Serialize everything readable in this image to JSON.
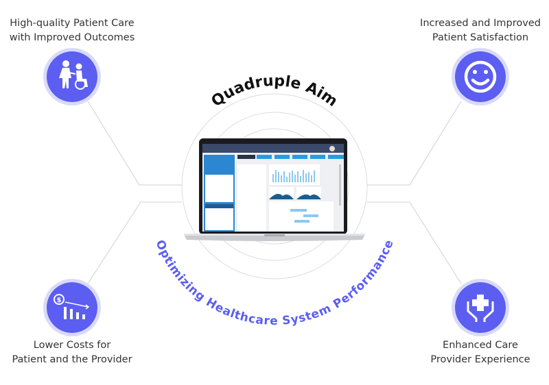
{
  "title": "Quadruple Aim",
  "subtitle": "Optimizing Healthcare System Performance",
  "colors": {
    "accent": "#5b5ef0",
    "ring": "#d9daf9",
    "line": "#d0d0d0"
  },
  "aims": [
    {
      "line1": "High-quality Patient Care",
      "line2": "with Improved Outcomes",
      "icon": "caregiver-wheelchair-icon"
    },
    {
      "line1": "Increased and Improved",
      "line2": "Patient Satisfaction",
      "icon": "smiley-face-icon"
    },
    {
      "line1": "Lower Costs for",
      "line2": "Patient and the Provider",
      "icon": "cost-reduction-chart-icon"
    },
    {
      "line1": "Enhanced Care",
      "line2": "Provider Experience",
      "icon": "hands-medical-cross-icon"
    }
  ]
}
